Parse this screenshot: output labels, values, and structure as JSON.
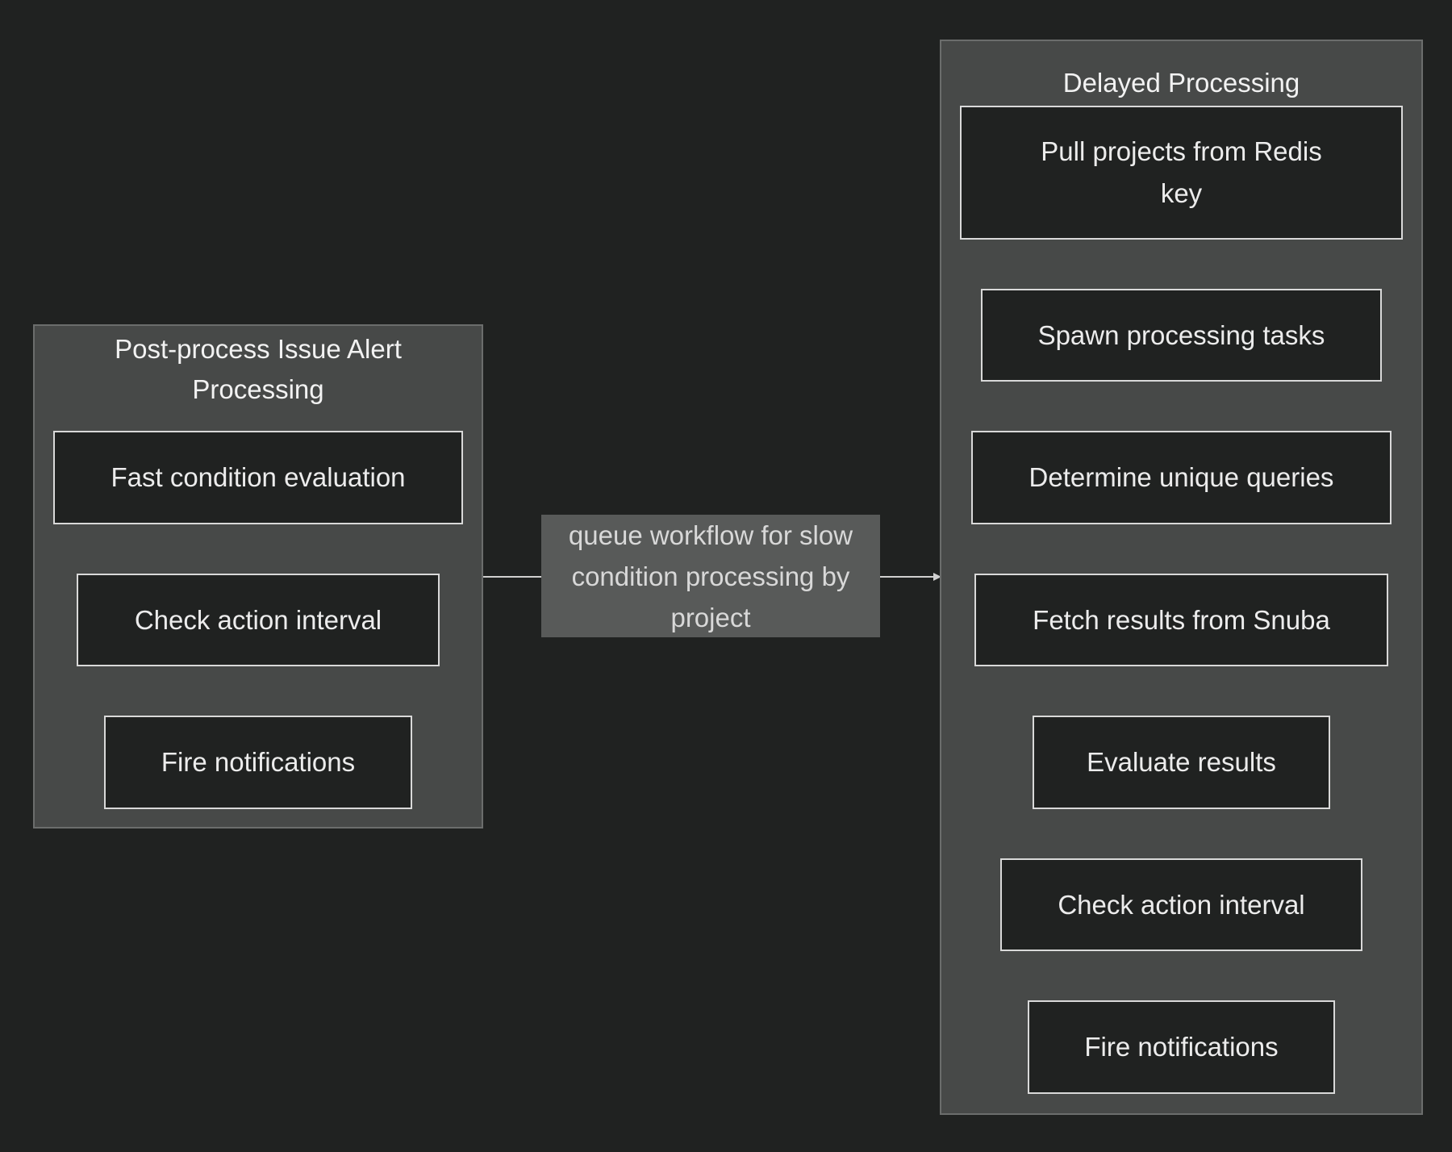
{
  "clusters": {
    "left": {
      "title": "Post-process Issue Alert Processing",
      "nodes": [
        "Fast condition evaluation",
        "Check action interval",
        "Fire notifications"
      ]
    },
    "right": {
      "title": "Delayed Processing",
      "nodes": [
        "Pull projects from Redis key",
        "Spawn processing tasks",
        "Determine unique queries",
        "Fetch results from Snuba",
        "Evaluate results",
        "Check action interval",
        "Fire notifications"
      ]
    }
  },
  "edge_label": "queue workflow for slow condition processing by project",
  "colors": {
    "background": "#202221",
    "cluster_fill": "#474948",
    "node_fill": "#202221",
    "node_border": "#d9d9d9",
    "edge": "#d0d0d0",
    "edge_label_fill": "#585a59"
  }
}
